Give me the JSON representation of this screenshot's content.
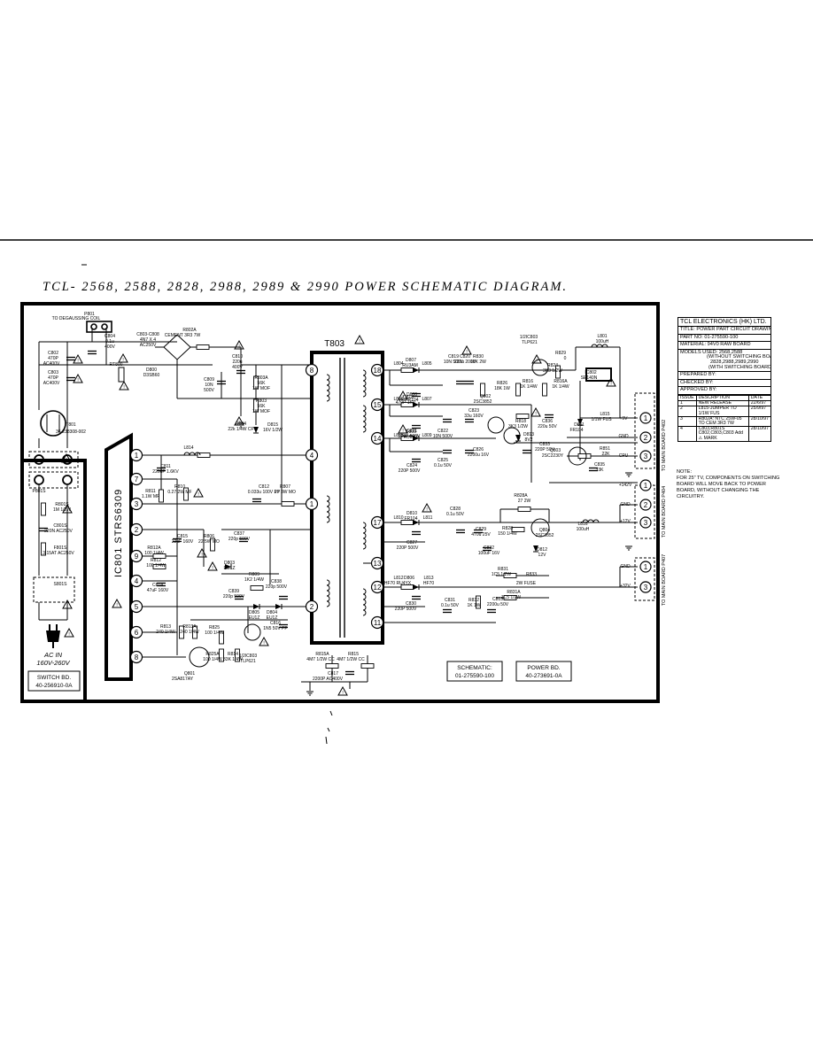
{
  "title": "TCL- 2568, 2588, 2828, 2988, 2989 & 2990 POWER SCHEMATIC DIAGRAM.",
  "title_block": {
    "company": "TCL ELECTRONICS (HK) LTD.",
    "title_line": "TITLE: POWER PART CIRCUIT DRAWING",
    "part_no": "PART NO: 01-275590-100",
    "material": "MATERIAL: 94V0 RAW BOARD",
    "models_used": "MODELS USED: 2568,2588",
    "without_switching": "(WITHOUT SWITCHING BOARD)",
    "models_2": "2828,2988,2989,2990",
    "with_switching": "(WITH SWITCHING BOARD)",
    "prepared": "PREPARED BY:",
    "checked": "CHECKED BY:",
    "approved": "APPROVED BY:",
    "headers": [
      "ISSUE",
      "DESCRIPTION",
      "DATE"
    ],
    "rows": [
      [
        "1",
        "NEW RELEASE",
        "22/6/97"
      ],
      [
        "2",
        "L815-JUMPER TO 1/1W FUS",
        "25/9/97"
      ],
      [
        "3",
        "R802A: NTC 25W-05 TO CEM 3R3 7W",
        "28/10/97"
      ],
      [
        "4",
        "C803,R801S C802,C803,C803 Add ⚠ MARK",
        "28/10/97"
      ]
    ]
  },
  "note": {
    "heading": "NOTE:",
    "text": "FOR 25\" TV, COMPONENTS ON SWITCHING BOARD WILL MOVE BACK TO POWER BOARD, WITHOUT CHANGING THE CIRCUITRY."
  },
  "schematic_box": {
    "line1": "SCHEMATIC:",
    "line2": "01-275590-100"
  },
  "power_box": {
    "line1": "POWER BD.",
    "line2": "40-273691-0A"
  },
  "switch_box": {
    "line1": "SWITCH BD.",
    "line2": "40-256910-0A"
  },
  "ac_in": {
    "line1": "AC IN",
    "line2": "160V-260V"
  },
  "labels": {
    "p801": "P801",
    "degauss": "TO DEGAUSSING COIL",
    "t803": "T803",
    "ic801": "IC801  STRS6309",
    "t801": "T801",
    "t801_part": "36-238308-002",
    "rt800": "RT800",
    "c803_c808": "C803-C808",
    "c803_val": "4N7 X 4",
    "c803_v": "AC250V",
    "r802a": "R802A",
    "r802a_val": "CEMENT 3R3 7W",
    "d800": "D800",
    "d800_val": "D3SB60",
    "c804": "C804",
    "c804_val": "0.1u",
    "c804_v": "400V",
    "c802": "C802",
    "c802_val": "470P",
    "c802_v": "AC400V",
    "c803": "C803",
    "c803b_val": "470P",
    "c803b_v": "AC400V",
    "c810": "C810",
    "c810_val": "220u",
    "c810_v": "400V",
    "c809": "C809",
    "c809_val": "10N",
    "c809_v": "500V",
    "r803a": "R803A",
    "r803a_val": "56K",
    "r803a_w": "1W MOF",
    "r803": "R803",
    "r803_val": "56K",
    "r803_w": "1W MOF",
    "r804": "R804",
    "r804_val": "22k 1/4W CF",
    "d815": "D815",
    "d815_val": "16V 1/2W",
    "l814": "L814",
    "c811": "C811",
    "c811_val": "2200P 1.6KV",
    "r811": "R811",
    "r811_val": "1.1W MF",
    "r810": "R810",
    "r810_val": "0.27 2W MF",
    "c812": "C812",
    "c812_val": "0.033u 100V PP",
    "r807": "R807",
    "r807_val": "27 3W MO",
    "c815": "C815",
    "c815_val": "22uF 160V",
    "r806": "R806",
    "r806_val": "22 5W MO",
    "c837": "C837",
    "c837_val": "220p 500V",
    "r812a": "R812A",
    "r812a_val": "100 1/4W",
    "r812": "R812",
    "r812_val": "100 1/4W",
    "d803": "D803",
    "d803_val": "EG1Z",
    "c814": "C814",
    "c814_val": "47uF 160V",
    "r809": "R809",
    "r809_val": "1K2 1/4W",
    "c839": "C839",
    "c839_val": "220p 500V",
    "c838": "C838",
    "c838_val": "220p 500V",
    "d805": "D805",
    "d805_val": "EU1Z",
    "d804": "D804",
    "d804_val": "EU1Z",
    "c816": "C816",
    "c816_val": "1N5 50V PP",
    "r813": "R813",
    "r813_val": "240 1/4W",
    "r813a": "R813A",
    "r813a_val": "240 1/4W",
    "r825": "R825",
    "r825_val": "100 1/4W",
    "r825a": "R825A",
    "r825a_val": "100 1/4W",
    "r814": "R814",
    "r814_val": "33K 1/4W",
    "ic803b": "1/2IC803",
    "ic803b_val": "TLP621",
    "q801": "Q801",
    "q801_val": "2SA817AY",
    "r815a": "R815A",
    "r815a_val": "4M7 1/2W CC",
    "r815": "R815",
    "r815_val": "4M7 1/2W CC",
    "c817": "C817",
    "c817_val": "2200P AC400V",
    "l804": "L804",
    "d807": "D807",
    "d807_val": "RU3AM",
    "l805": "L805",
    "c818": "C818",
    "c818_val": "470P 1KV",
    "c819": "C819",
    "c819_val": "10N 500V",
    "c820": "C820",
    "c820_val": "220u 200V",
    "r830": "R830",
    "r830_val": "18K 2W",
    "ic803a": "1/2IC803",
    "ic803a_val": "TLP621",
    "l801": "L801",
    "l801_val": "100uH",
    "r829": "R829",
    "r829_val": "0",
    "r826": "R826",
    "r826_val": "18K 1W",
    "r816": "R816",
    "r816_val": "1K 1/4W",
    "r824": "R824",
    "r824_val": "3K3 1/2W",
    "r816a": "R816A",
    "r816a_val": "1K 1/4W",
    "ic802": "IC802",
    "ic802_val": "SE140N",
    "l806": "L806",
    "d808": "D808",
    "d808_val": "FR104",
    "l807": "L807",
    "q802": "Q802",
    "q802_val": "2SC3852",
    "c821": "C821",
    "c821_val": "220P 500V",
    "c822": "C822",
    "c822_val": "10N 500V",
    "c823": "C823",
    "c823_val": "33u 160V",
    "r818": "R818",
    "r818_val": "3K3 1/2W",
    "d813": "D813",
    "d813_val": "8V2",
    "c836": "C836",
    "c836_val": "220u 50V",
    "d811": "D811",
    "d811_val": "FR104",
    "l815": "L815",
    "l815_val": "1/1W FUS",
    "l808": "L808",
    "d809": "D809",
    "d809_val": "RU3YX",
    "l809": "L809",
    "c824": "C824",
    "c824_val": "220P 500V",
    "c825": "C825",
    "c825_val": "0.1u 50V",
    "c826": "C826",
    "c826_val": "2200u 16V",
    "c833": "C833",
    "c833_val": "220P 50V",
    "q803": "Q803",
    "q803_val": "2SC2230Y",
    "r851": "R851",
    "r851_val": "22K",
    "c835": "C835",
    "c835_val": "33K",
    "r828a": "R828A",
    "r828a_val": "27 2W",
    "l810": "L810",
    "d810": "D810",
    "d810_val": "FR104",
    "l811": "L811",
    "c828": "C828",
    "c828_val": "0.1u 50V",
    "c829": "C829",
    "c829_val": "470u 25V",
    "r828": "R828",
    "r828_val": "150 1/4W",
    "q804": "Q804",
    "q804_val": "2SC3852",
    "l816": "L816",
    "l816_val": "100uH",
    "c827": "C827",
    "c827_val": "220P 500V",
    "c832": "C832",
    "c832_val": "100uF 16V",
    "d812": "D812",
    "d812_val": "12V",
    "l812": "L812",
    "d806": "D806",
    "d806_val": "HF70 RU4YX",
    "l813": "L813",
    "l813_val": "HF70",
    "r831": "R831",
    "r831_val": "1C5 1/2W",
    "r833": "R833",
    "r833_val": "2W FUSE",
    "r831a": "R831A",
    "r831a_val": "1C5 1/2W",
    "c830": "C830",
    "c830_val": "220P 500V",
    "c831": "C831",
    "c831_val": "0.1u 50V",
    "r832": "R832",
    "r832_val": "1K 1W",
    "c813": "C813",
    "c813_val": "2200u 50V",
    "p801s": "P801S",
    "r801s": "R801S",
    "r801s_val": "1M 1/2W",
    "c801s": "C801S",
    "c801s_val": "220N AC250V",
    "f801s": "F801S",
    "f801s_val": "3.15AT AC250V",
    "s801s": "S801S",
    "out_9v": "+9V",
    "out_gnd1": "GND",
    "out_cpu": "CPU",
    "out_142": "+142V",
    "out_gnd2": "GND",
    "out_12": "+12V",
    "out_gnd3": "GND",
    "out_32": "+32V",
    "to_p402": "TO MAIN BOARD P402",
    "to_p404": "TO MAIN BOARD P404",
    "to_p407": "TO MAIN BOARD P407"
  },
  "pins": {
    "ic": [
      "1",
      "7",
      "3",
      "2",
      "9",
      "4",
      "5",
      "6",
      "8"
    ],
    "t_left": [
      "8",
      "4",
      "1",
      "2"
    ],
    "t_right": [
      "18",
      "15",
      "14",
      "17",
      "13",
      "12",
      "11"
    ],
    "out": [
      "1",
      "2",
      "3",
      "1",
      "2",
      "3",
      "1",
      "2",
      "3"
    ]
  }
}
